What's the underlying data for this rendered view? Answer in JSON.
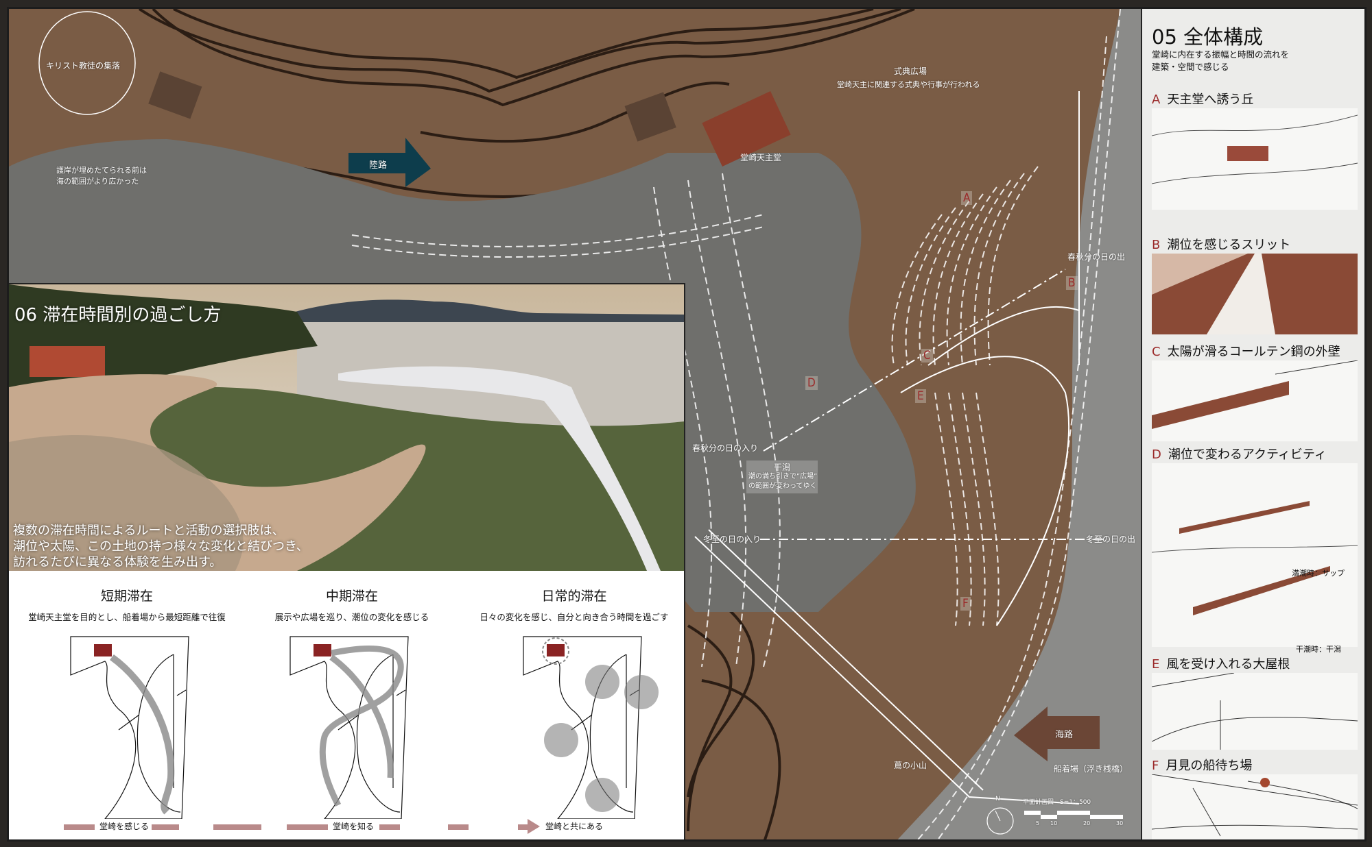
{
  "colors": {
    "accent_red": "#9b2a2a",
    "land_route": "#0d3d4c",
    "sea_route": "#6b4636",
    "flow_bar": "#b98a8a"
  },
  "site_plan": {
    "settlement_label": "キリスト教徒の集落",
    "shoreline_note": [
      "護岸が埋めたてられる前は",
      "海の範囲がより広かった"
    ],
    "land_route": "陸路",
    "church_label": "堂崎天主堂",
    "plaza_title": "式典広場",
    "plaza_desc": "堂崎天主に関連する式典や行事が行われる",
    "equinox_sunrise": "春秋分の日の出",
    "equinox_sunset": "春秋分の日の入り",
    "tidal_flat_title": "干潟",
    "tidal_flat_desc": [
      "潮の満ち引きで”広場”",
      "の範囲が変わってゆく"
    ],
    "winter_sunset": "冬至の日の入り",
    "winter_sunrise": "冬至の日の出",
    "hill_label": "蔦の小山",
    "sea_route": "海路",
    "pier_label": "船着場（浮き桟橋）",
    "north": "N",
    "scale_title": "平面計画図　S=1：500",
    "scale_ticks": [
      "5",
      "10",
      "20",
      "30"
    ],
    "letters": [
      "A",
      "B",
      "C",
      "D",
      "E",
      "F"
    ]
  },
  "section06": {
    "title": "06 滞在時間別の過ごし方",
    "body": [
      "複数の滞在時間によるルートと活動の選択肢は、",
      "潮位や太陽、この土地の持つ様々な変化と結びつき、",
      "訪れるたびに異なる体験を生み出す。"
    ],
    "columns": [
      {
        "title": "短期滞在",
        "desc": "堂崎天主堂を目的とし、船着場から最短距離で往復"
      },
      {
        "title": "中期滞在",
        "desc": "展示や広場を巡り、潮位の変化を感じる"
      },
      {
        "title": "日常的滞在",
        "desc": "日々の変化を感じ、自分と向き合う時間を過ごす"
      }
    ],
    "flow": [
      "堂崎を感じる",
      "堂崎を知る",
      "堂崎と共にある"
    ]
  },
  "section05": {
    "title": "05  全体構成",
    "subtitle": [
      "堂崎に内在する振幅と時間の流れを",
      "建築・空間で感じる"
    ],
    "items": [
      {
        "letter": "A",
        "title": "天主堂へ誘う丘"
      },
      {
        "letter": "B",
        "title": "潮位を感じるスリット"
      },
      {
        "letter": "C",
        "title": "太陽が滑るコールテン鋼の外壁"
      },
      {
        "letter": "D",
        "title": "潮位で変わるアクティビティ",
        "notes": [
          "満潮時：サップ",
          "干潮時：干潟"
        ]
      },
      {
        "letter": "E",
        "title": "風を受け入れる大屋根"
      },
      {
        "letter": "F",
        "title": "月見の船待ち場"
      }
    ]
  }
}
